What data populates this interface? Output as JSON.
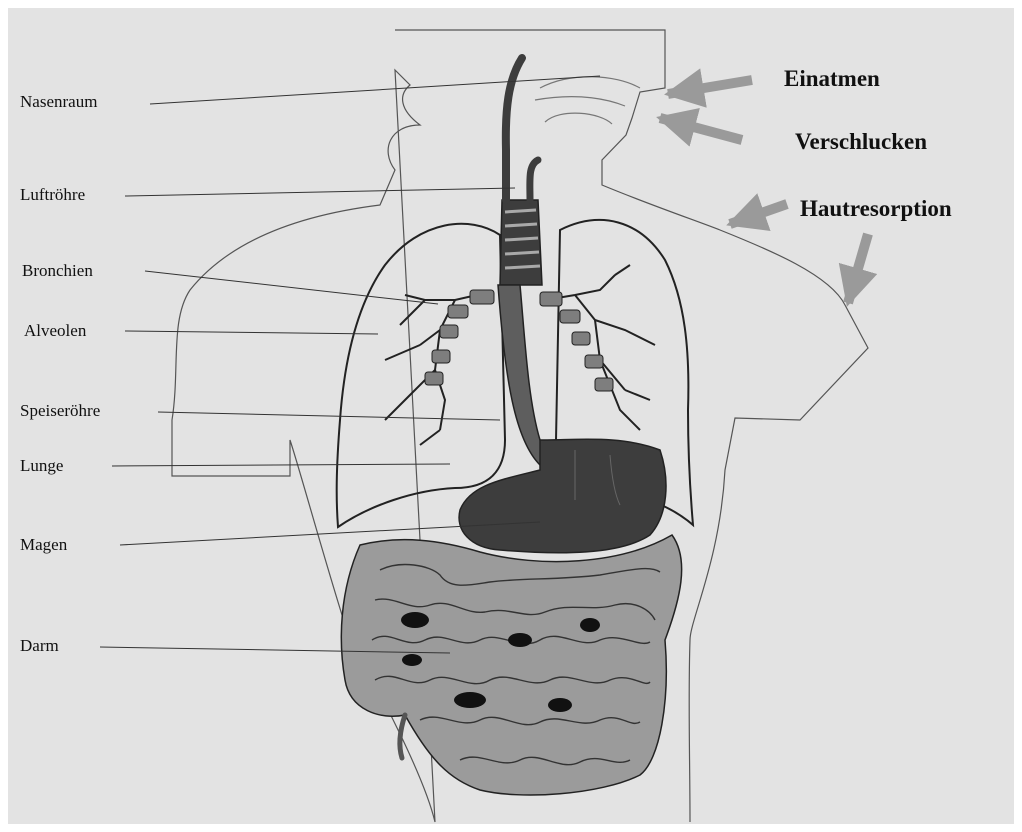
{
  "colors": {
    "panel": "#e3e3e3",
    "outline": "#555555",
    "organ_dark": "#3d3d3d",
    "organ_mid": "#7e7e7e",
    "intestine": "#9b9b9b",
    "arrow": "#9a9a9a"
  },
  "labels": {
    "nasenraum": "Nasenraum",
    "luftroehre": "Luftröhre",
    "bronchien": "Bronchien",
    "alveolen": "Alveolen",
    "speiseroehre": "Speiseröhre",
    "lunge": "Lunge",
    "magen": "Magen",
    "darm": "Darm"
  },
  "routes": {
    "einatmen": "Einatmen",
    "verschlucken": "Verschlucken",
    "hautresorption": "Hautresorption"
  }
}
